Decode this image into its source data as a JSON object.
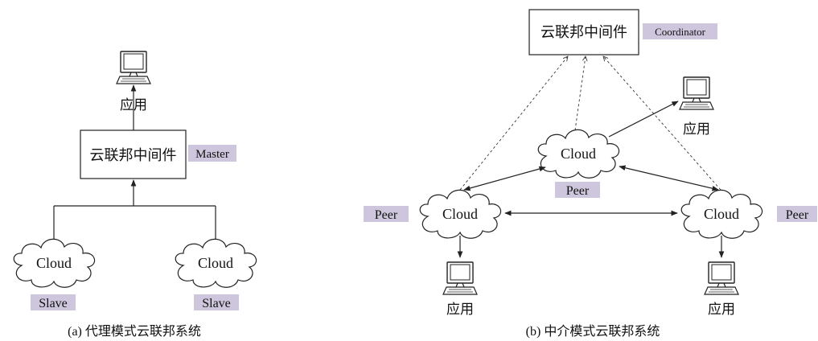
{
  "diagram_a": {
    "app_label": "应用",
    "middleware_label": "云联邦中间件",
    "middleware_role": "Master",
    "cloud_left_label": "Cloud",
    "cloud_right_label": "Cloud",
    "cloud_left_role": "Slave",
    "cloud_right_role": "Slave",
    "caption": "(a) 代理模式云联邦系统"
  },
  "diagram_b": {
    "middleware_label": "云联邦中间件",
    "middleware_role": "Coordinator",
    "cloud_top_label": "Cloud",
    "cloud_top_role": "Peer",
    "cloud_left_label": "Cloud",
    "cloud_left_role": "Peer",
    "cloud_right_label": "Cloud",
    "cloud_right_role": "Peer",
    "app_top_label": "应用",
    "app_left_label": "应用",
    "app_right_label": "应用",
    "caption": "(b) 中介模式云联邦系统"
  }
}
